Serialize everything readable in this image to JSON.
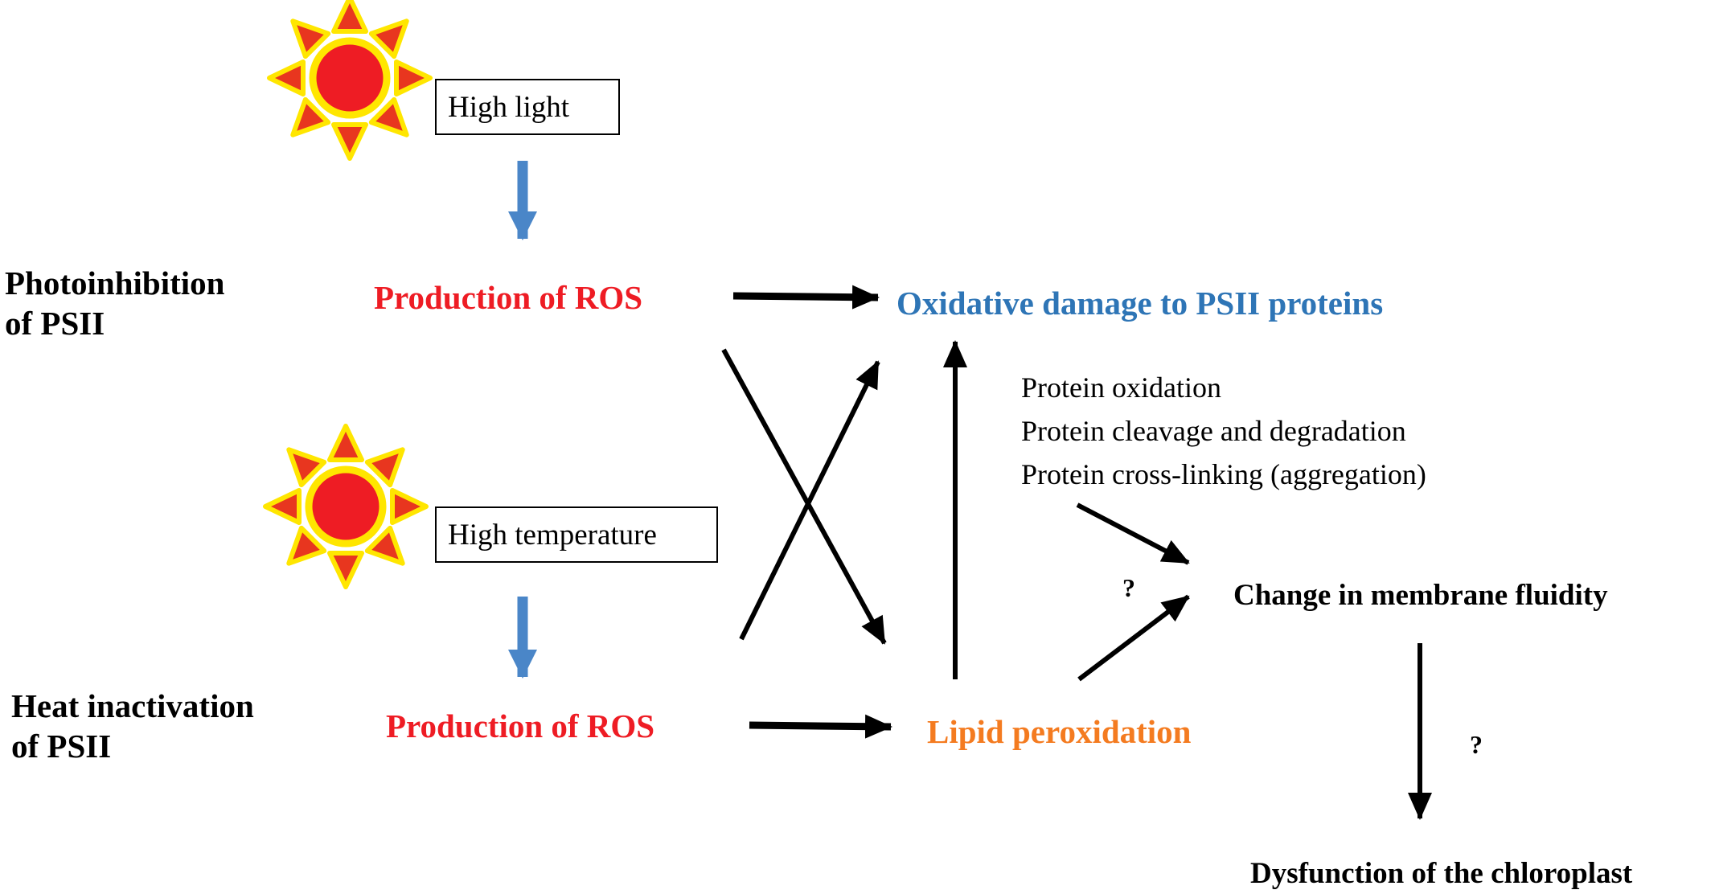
{
  "labels": {
    "photoinhibition_line1": "Photoinhibition",
    "photoinhibition_line2": "of PSII",
    "heat_line1": "Heat inactivation",
    "heat_line2": "of PSII",
    "high_light": "High light",
    "high_temperature": "High temperature",
    "ros_top": "Production of ROS",
    "ros_bottom": "Production of ROS",
    "oxidative_damage": "Oxidative damage to PSII proteins",
    "lipid_peroxidation": "Lipid peroxidation",
    "protein_oxidation": "Protein oxidation",
    "protein_cleavage": "Protein cleavage and degradation",
    "protein_crosslinking": "Protein cross-linking  (aggregation)",
    "membrane_fluidity": "Change in membrane fluidity",
    "dysfunction": "Dysfunction of the chloroplast",
    "question_left": "?",
    "question_right": "?"
  },
  "icons": {
    "sun": "sun-icon",
    "arrow": "arrow-icon"
  },
  "colors": {
    "ros": "#ee1c24",
    "oxidative_damage": "#2e75b6",
    "lipid_peroxidation": "#f47b20",
    "light_arrow": "#4a86c8",
    "sun_body": "#ee1c24",
    "sun_rays": "#e8361f",
    "sun_outline": "#ffe600"
  }
}
